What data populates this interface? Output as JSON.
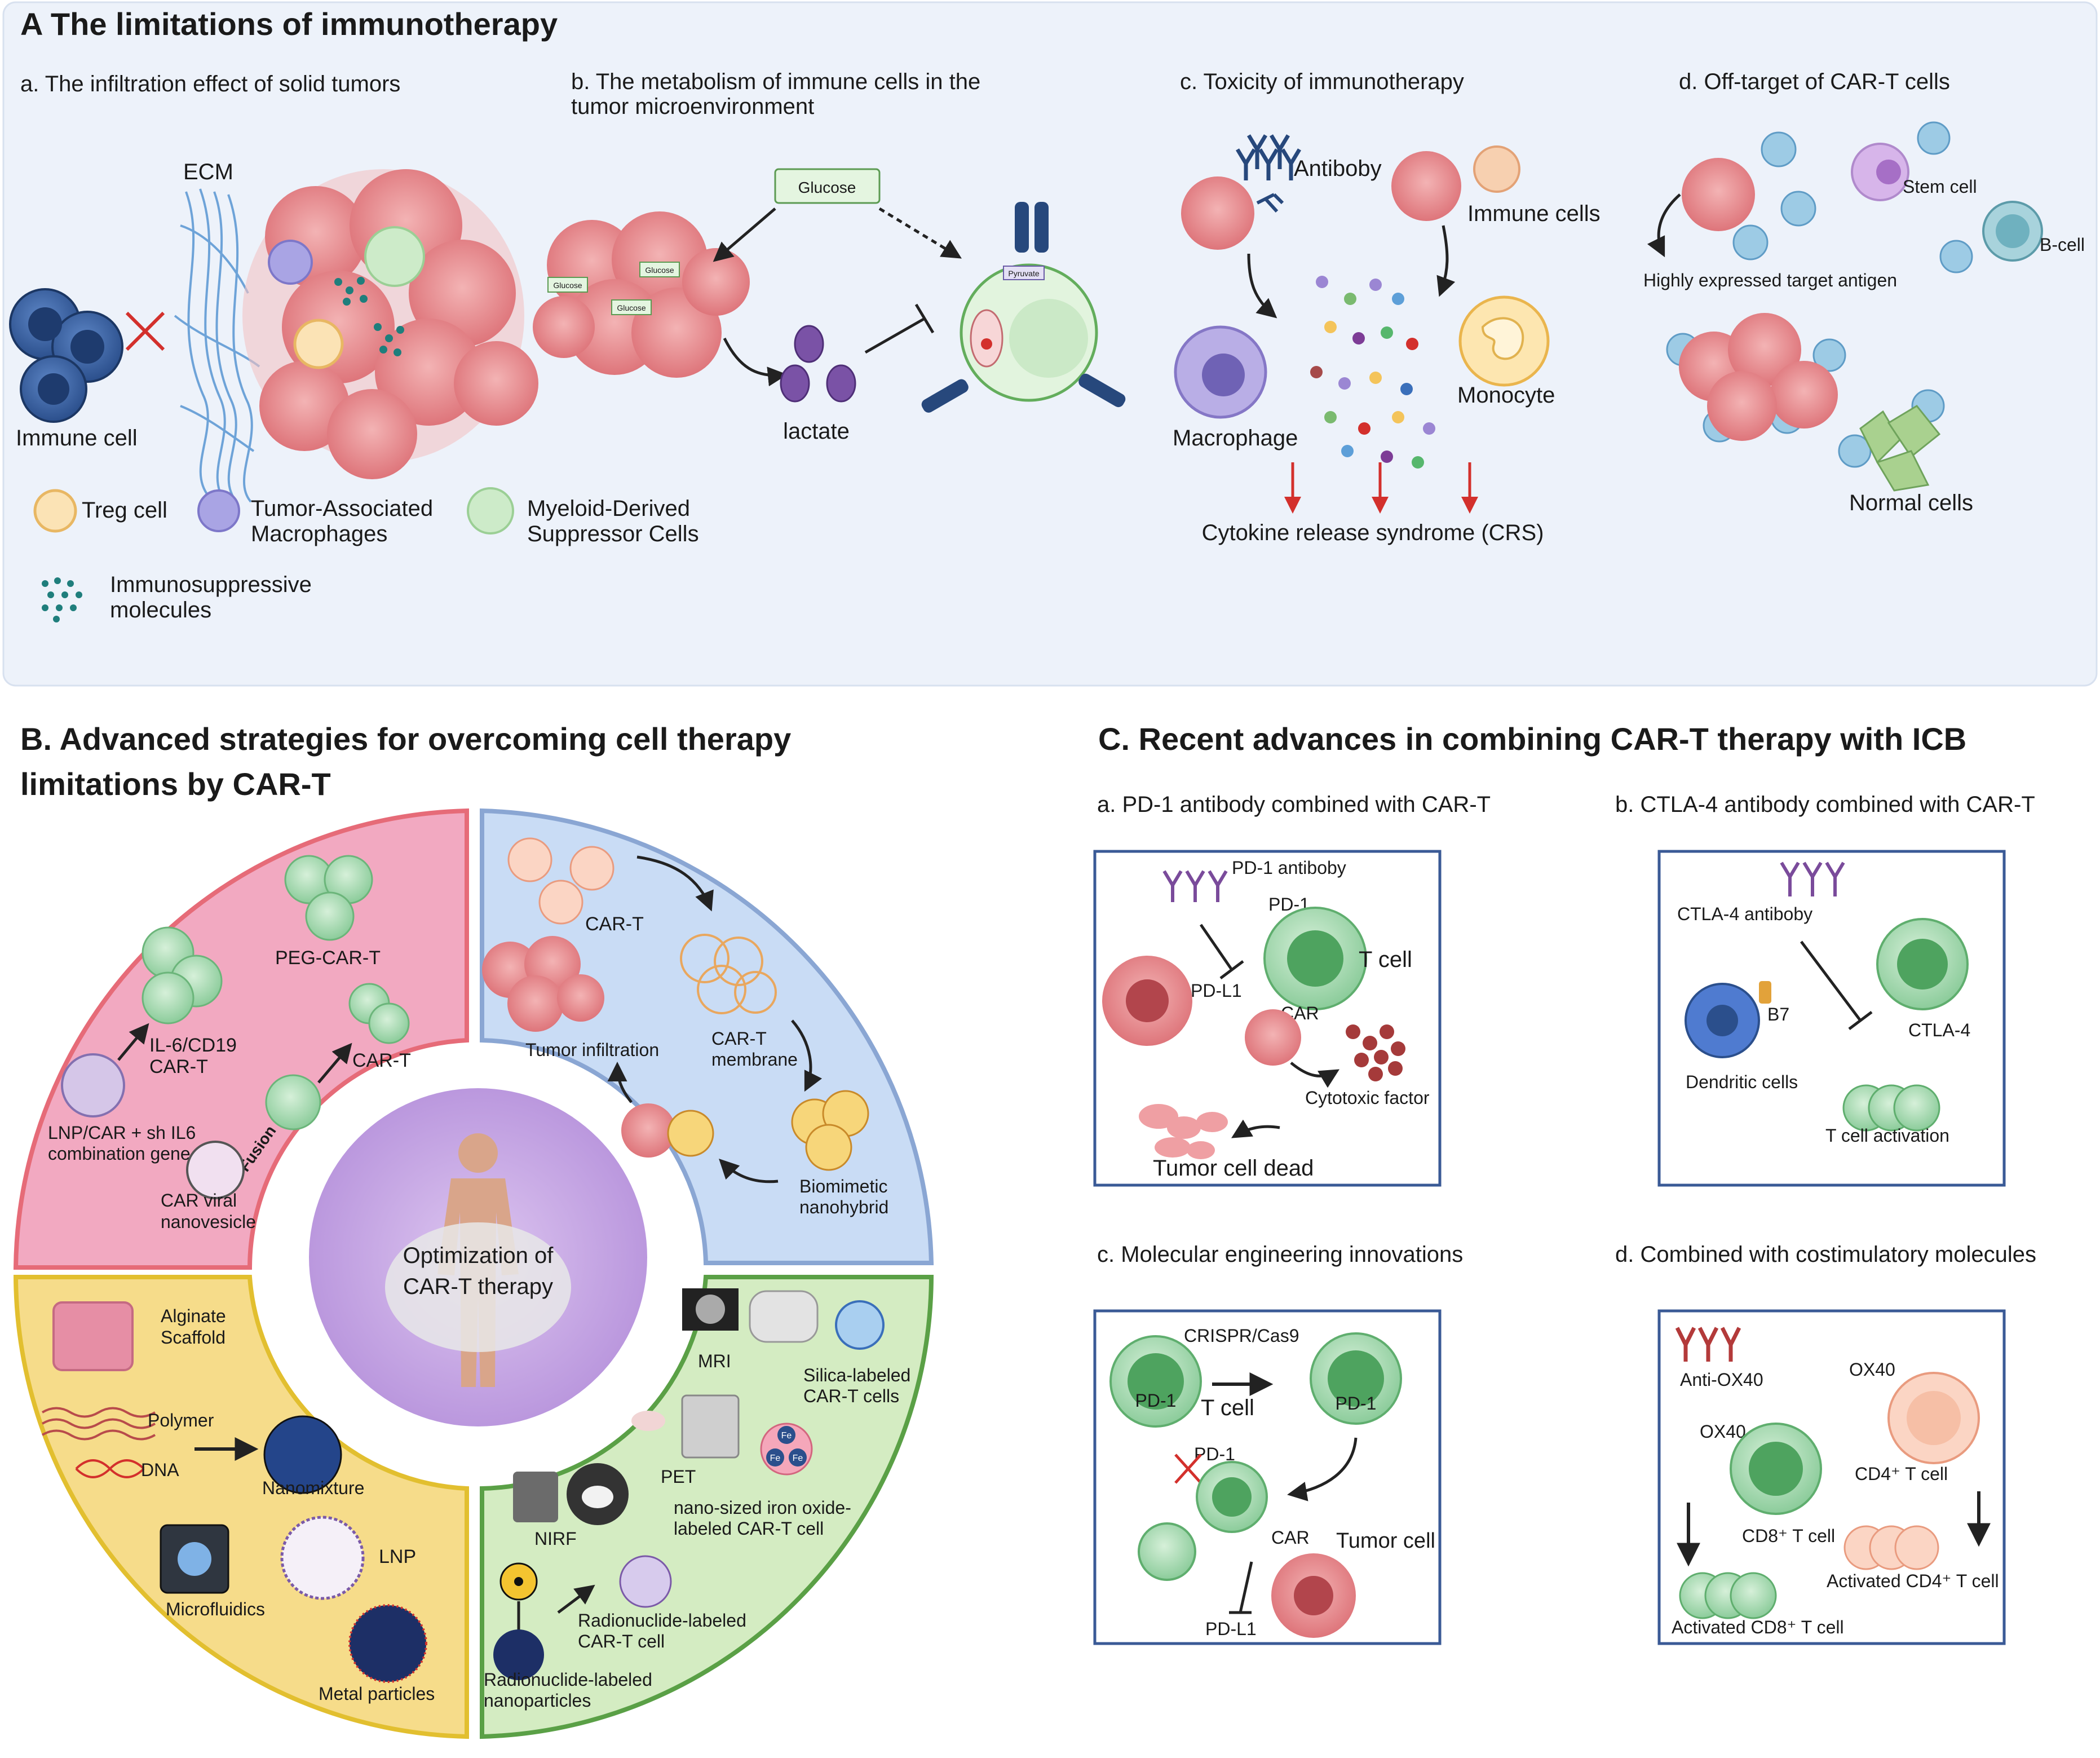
{
  "panel_a": {
    "title": "A The limitations of immunotherapy",
    "a": {
      "heading": "a. The infiltration effect of solid tumors",
      "ecm": "ECM",
      "immune_cell": "Immune cell",
      "legend": {
        "treg": "Treg cell",
        "tam_1": "Tumor-Associated",
        "tam_2": "Macrophages",
        "mdsc_1": "Myeloid-Derived",
        "mdsc_2": "Suppressor Cells",
        "imm_1": "Immunosuppressive",
        "imm_2": "molecules"
      }
    },
    "b": {
      "heading_1": "b. The metabolism of immune cells in the",
      "heading_2": "tumor microenvironment",
      "glucose": "Glucose",
      "glucose_small": "Glucose",
      "pyruvate": "Pyruvate",
      "lactate": "lactate"
    },
    "c": {
      "heading": "c. Toxicity of immunotherapy",
      "antibody": "Antiboby",
      "immune_cells": "Immune cells",
      "macrophage": "Macrophage",
      "monocyte": "Monocyte",
      "crs": "Cytokine release syndrome (CRS)"
    },
    "d": {
      "heading": "d. Off-target of CAR-T cells",
      "stem_cell": "Stem cell",
      "b_cell": "B-cell",
      "antigen": "Highly expressed target antigen",
      "normal": "Normal cells"
    }
  },
  "panel_b": {
    "title_1": "B. Advanced strategies for overcoming cell therapy",
    "title_2": "limitations by CAR-T",
    "center_1": "Optimization of",
    "center_2": "CAR-T therapy",
    "pink": {
      "peg": "PEG-CAR-T",
      "il6_1": "IL-6/CD19",
      "il6_2": "CAR-T",
      "cart": "CAR-T",
      "lnp_1": "LNP/CAR + sh IL6",
      "lnp_2": "combination gene",
      "fusion": "Fusion",
      "viral_1": "CAR viral",
      "viral_2": "nanovesicle"
    },
    "blue": {
      "cart": "CAR-T",
      "infiltration": "Tumor infiltration",
      "membrane_1": "CAR-T",
      "membrane_2": "membrane",
      "bio_1": "Biomimetic",
      "bio_2": "nanohybrid"
    },
    "yellow": {
      "alg_1": "Alginate",
      "alg_2": "Scaffold",
      "polymer": "Polymer",
      "dna": "DNA",
      "nanomixture": "Nanomixture",
      "lnp": "LNP",
      "microfluidics": "Microfluidics",
      "metal": "Metal particles"
    },
    "green": {
      "mri": "MRI",
      "silica_1": "Silica-labeled",
      "silica_2": "CAR-T cells",
      "pet": "PET",
      "iron_1": "nano-sized iron oxide-",
      "iron_2": "labeled CAR-T cell",
      "fe": "Fe",
      "nirf": "NIRF",
      "radio_cart_1": "Radionuclide-labeled",
      "radio_cart_2": "CAR-T cell",
      "radio_np_1": "Radionuclide-labeled",
      "radio_np_2": "nanoparticles"
    }
  },
  "panel_c": {
    "title": "C. Recent advances in combining CAR-T therapy with ICB",
    "a": {
      "heading": "a.  PD-1 antibody combined with CAR-T",
      "pd1_antibody": "PD-1 antiboby",
      "pd1": "PD-1",
      "tcell": "T cell",
      "pdl1": "PD-L1",
      "car": "CAR",
      "cytotoxic": "Cytotoxic factor",
      "dead": "Tumor cell dead"
    },
    "b": {
      "heading": "b. CTLA-4 antibody combined with CAR-T",
      "antibody": "CTLA-4 antiboby",
      "b7": "B7",
      "ctla4": "CTLA-4",
      "dendritic": "Dendritic cells",
      "activation": "T cell activation"
    },
    "c": {
      "heading": "c.  Molecular engineering innovations",
      "crispr": "CRISPR/Cas9",
      "pd1_a": "PD-1",
      "pd1_b": "PD-1",
      "tcell": "T cell",
      "pd1_c": "PD-1",
      "car": "CAR",
      "tumor": "Tumor cell",
      "pdl1": "PD-L1"
    },
    "d": {
      "heading": "d.  Combined with costimulatory molecules",
      "anti_ox40": "Anti-OX40",
      "ox40_a": "OX40",
      "ox40_b": "OX40",
      "cd4": "CD4⁺ T cell",
      "cd8": "CD8⁺ T cell",
      "act_cd4": "Activated CD4⁺ T cell",
      "act_cd8": "Activated CD8⁺ T cell"
    }
  },
  "colors": {
    "panel_a_bg": "#edf2fa",
    "tumor": "#e8888c",
    "pink_quadrant": "#f2a9c1",
    "blue_quadrant": "#b9d2f3",
    "yellow_quadrant": "#f6dc8a",
    "green_quadrant": "#c9e7b3",
    "center": "#c8a9e3",
    "antibody": "#27487c",
    "red_arrow": "#d3302c",
    "tcell": "#7cc48f"
  }
}
